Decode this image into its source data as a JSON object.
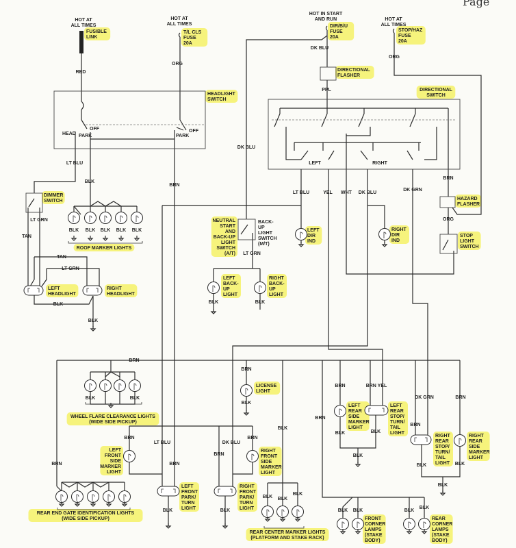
{
  "page_mark": "Page",
  "highlight_color": "#f4ee2a",
  "labels": {
    "hot1": [
      "HOT AT",
      "ALL TIMES"
    ],
    "fusible": [
      "FUSIBLE",
      "LINK"
    ],
    "red": [
      "RED"
    ],
    "hot2": [
      "HOT AT",
      "ALL TIMES"
    ],
    "tlcls": [
      "T/L CLS",
      "FUSE",
      "20A"
    ],
    "org1": [
      "ORG"
    ],
    "hl_switch": [
      "HEADLIGHT",
      "SWITCH"
    ],
    "off1": [
      "OFF"
    ],
    "head": [
      "HEAD"
    ],
    "park1": [
      "PARK"
    ],
    "off2": [
      "OFF"
    ],
    "park2": [
      "PARK"
    ],
    "ltblu1": [
      "LT BLU"
    ],
    "blk_sw": [
      "BLK"
    ],
    "brn_sw": [
      "BRN"
    ],
    "dkblu_main": [
      "DK BLU"
    ],
    "dimmer": [
      "DIMMER",
      "SWITCH"
    ],
    "ltgrn1": [
      "LT GRN"
    ],
    "tan1": [
      "TAN"
    ],
    "tan2": [
      "TAN"
    ],
    "ltgrn2": [
      "LT GRN"
    ],
    "left_hl": [
      "LEFT",
      "HEADLIGHT"
    ],
    "right_hl": [
      "RIGHT",
      "HEADLIGHT"
    ],
    "blk_hl": [
      "BLK"
    ],
    "blk_hl2": [
      "BLK"
    ],
    "roof_blk": [
      "BLK",
      "BLK",
      "BLK",
      "BLK",
      "BLK"
    ],
    "roof": [
      "ROOF MARKER LIGHTS"
    ],
    "hot_start": [
      "HOT IN START",
      "AND RUN"
    ],
    "dirbu": [
      "DIR/B/U",
      "FUSE",
      "20A"
    ],
    "dkblu2": [
      "DK BLU"
    ],
    "dir_flasher": [
      "DIRECTIONAL",
      "FLASHER"
    ],
    "ppl": [
      "PPL"
    ],
    "dir_switch": [
      "DIRECTIONAL",
      "SWITCH"
    ],
    "left": [
      "LEFT"
    ],
    "right": [
      "RIGHT"
    ],
    "hot3": [
      "HOT AT",
      "ALL TIMES"
    ],
    "stophaz": [
      "STOP/HAZ",
      "FUSE",
      "20A"
    ],
    "org2": [
      "ORG"
    ],
    "brn_haz": [
      "BRN"
    ],
    "haz_flasher": [
      "HAZARD",
      "FLASHER"
    ],
    "org3": [
      "ORG"
    ],
    "stop_sw": [
      "STOP",
      "LIGHT",
      "SWITCH"
    ],
    "ltblu2": [
      "LT BLU"
    ],
    "yel": [
      "YEL"
    ],
    "wht": [
      "WHT"
    ],
    "dkblu3": [
      "DK BLU"
    ],
    "dkgrn": [
      "DK GRN"
    ],
    "left_dir": [
      "LEFT",
      "DIR",
      "IND"
    ],
    "right_dir": [
      "RIGHT",
      "DIR",
      "IND"
    ],
    "neutral": [
      "NEUTRAL",
      "START",
      "AND",
      "BACK-UP",
      "LIGHT",
      "SWITCH",
      "(A/T)"
    ],
    "backup_mt": [
      "BACK-",
      "UP",
      "LIGHT",
      "SWITCH",
      "(M/T)"
    ],
    "ltgrn3": [
      "LT GRN"
    ],
    "left_bu": [
      "LEFT",
      "BACK-",
      "UP",
      "LIGHT"
    ],
    "right_bu": [
      "RIGHT",
      "BACK-",
      "UP",
      "LIGHT"
    ],
    "blk_bu1": [
      "BLK"
    ],
    "blk_bu2": [
      "BLK"
    ],
    "brn_bus": [
      "BRN"
    ],
    "wf_blk1": [
      "BLK"
    ],
    "wf_blk2": [
      "BLK"
    ],
    "wheel_flare": [
      "WHEEL FLARE CLEARANCE LIGHTS",
      "(WIDE SIDE PICKUP)"
    ],
    "brn_left": [
      "BRN"
    ],
    "rear_gate": [
      "REAR END GATE IDENTIFICATION LIGHTS",
      "(WIDE SIDE PICKUP)"
    ],
    "brn_lfsm": [
      "BRN"
    ],
    "lfsm": [
      "LEFT",
      "FRONT",
      "SIDE",
      "MARKER",
      "LIGHT"
    ],
    "ltblu3": [
      "LT BLU"
    ],
    "brn_lfp": [
      "BRN"
    ],
    "lfp": [
      "LEFT",
      "FRONT",
      "PARK/",
      "TURN",
      "LIGHT"
    ],
    "blk_lfp": [
      "BLK"
    ],
    "dkblu4": [
      "DK BLU"
    ],
    "brn_rfp": [
      "BRN"
    ],
    "rfp": [
      "RIGHT",
      "FRONT",
      "PARK/",
      "TURN",
      "LIGHT"
    ],
    "blk_rfp": [
      "BLK"
    ],
    "brn_rfsm": [
      "BRN"
    ],
    "rfsm": [
      "RIGHT",
      "FRONT",
      "SIDE",
      "MARKER",
      "LIGHT"
    ],
    "brn_lic": [
      "BRN"
    ],
    "license": [
      "LICENSE",
      "LIGHT"
    ],
    "blk_lic": [
      "BLK"
    ],
    "blk_rc": [
      "BLK"
    ],
    "rc_blk1": [
      "BLK"
    ],
    "rc_blk2": [
      "BLK"
    ],
    "rc_blk3": [
      "BLK"
    ],
    "rear_center": [
      "REAR CENTER MARKER LIGHTS",
      "(PLATFORM AND STAKE RACK)"
    ],
    "brn_corner": [
      "BRN"
    ],
    "fc_blk1": [
      "BLK"
    ],
    "fc_blk2": [
      "BLK"
    ],
    "front_corner": [
      "FRONT",
      "CORNER",
      "LAMPS",
      "(STAKE",
      "BODY)"
    ],
    "rcn_blk1": [
      "BLK"
    ],
    "rcn_blk2": [
      "BLK"
    ],
    "rear_corner": [
      "REAR",
      "CORNER",
      "LAMPS",
      "(STAKE",
      "BODY)"
    ],
    "brn_lrsm": [
      "BRN"
    ],
    "lrsm": [
      "LEFT",
      "REAR",
      "SIDE",
      "MARKER",
      "LIGHT"
    ],
    "blk_lrsm": [
      "BLK"
    ],
    "brn_yel": [
      "BRN YEL"
    ],
    "lrst": [
      "LEFT",
      "REAR",
      "STOP/",
      "TURN/",
      "TAIL",
      "LIGHT"
    ],
    "blk_lrst": [
      "BLK"
    ],
    "blk_lr": [
      "BLK"
    ],
    "dkgrn2": [
      "DK GRN"
    ],
    "brn_rrst": [
      "BRN"
    ],
    "rrst": [
      "RIGHT",
      "REAR",
      "STOP/",
      "TURN/",
      "TAIL",
      "LIGHT"
    ],
    "blk_rrst": [
      "BLK"
    ],
    "brn_rrsm": [
      "BRN"
    ],
    "rrsm": [
      "RIGHT",
      "REAR",
      "SIDE",
      "MARKER",
      "LIGHT"
    ],
    "blk_rrsm": [
      "BLK"
    ],
    "blk_rr": [
      "BLK"
    ]
  }
}
